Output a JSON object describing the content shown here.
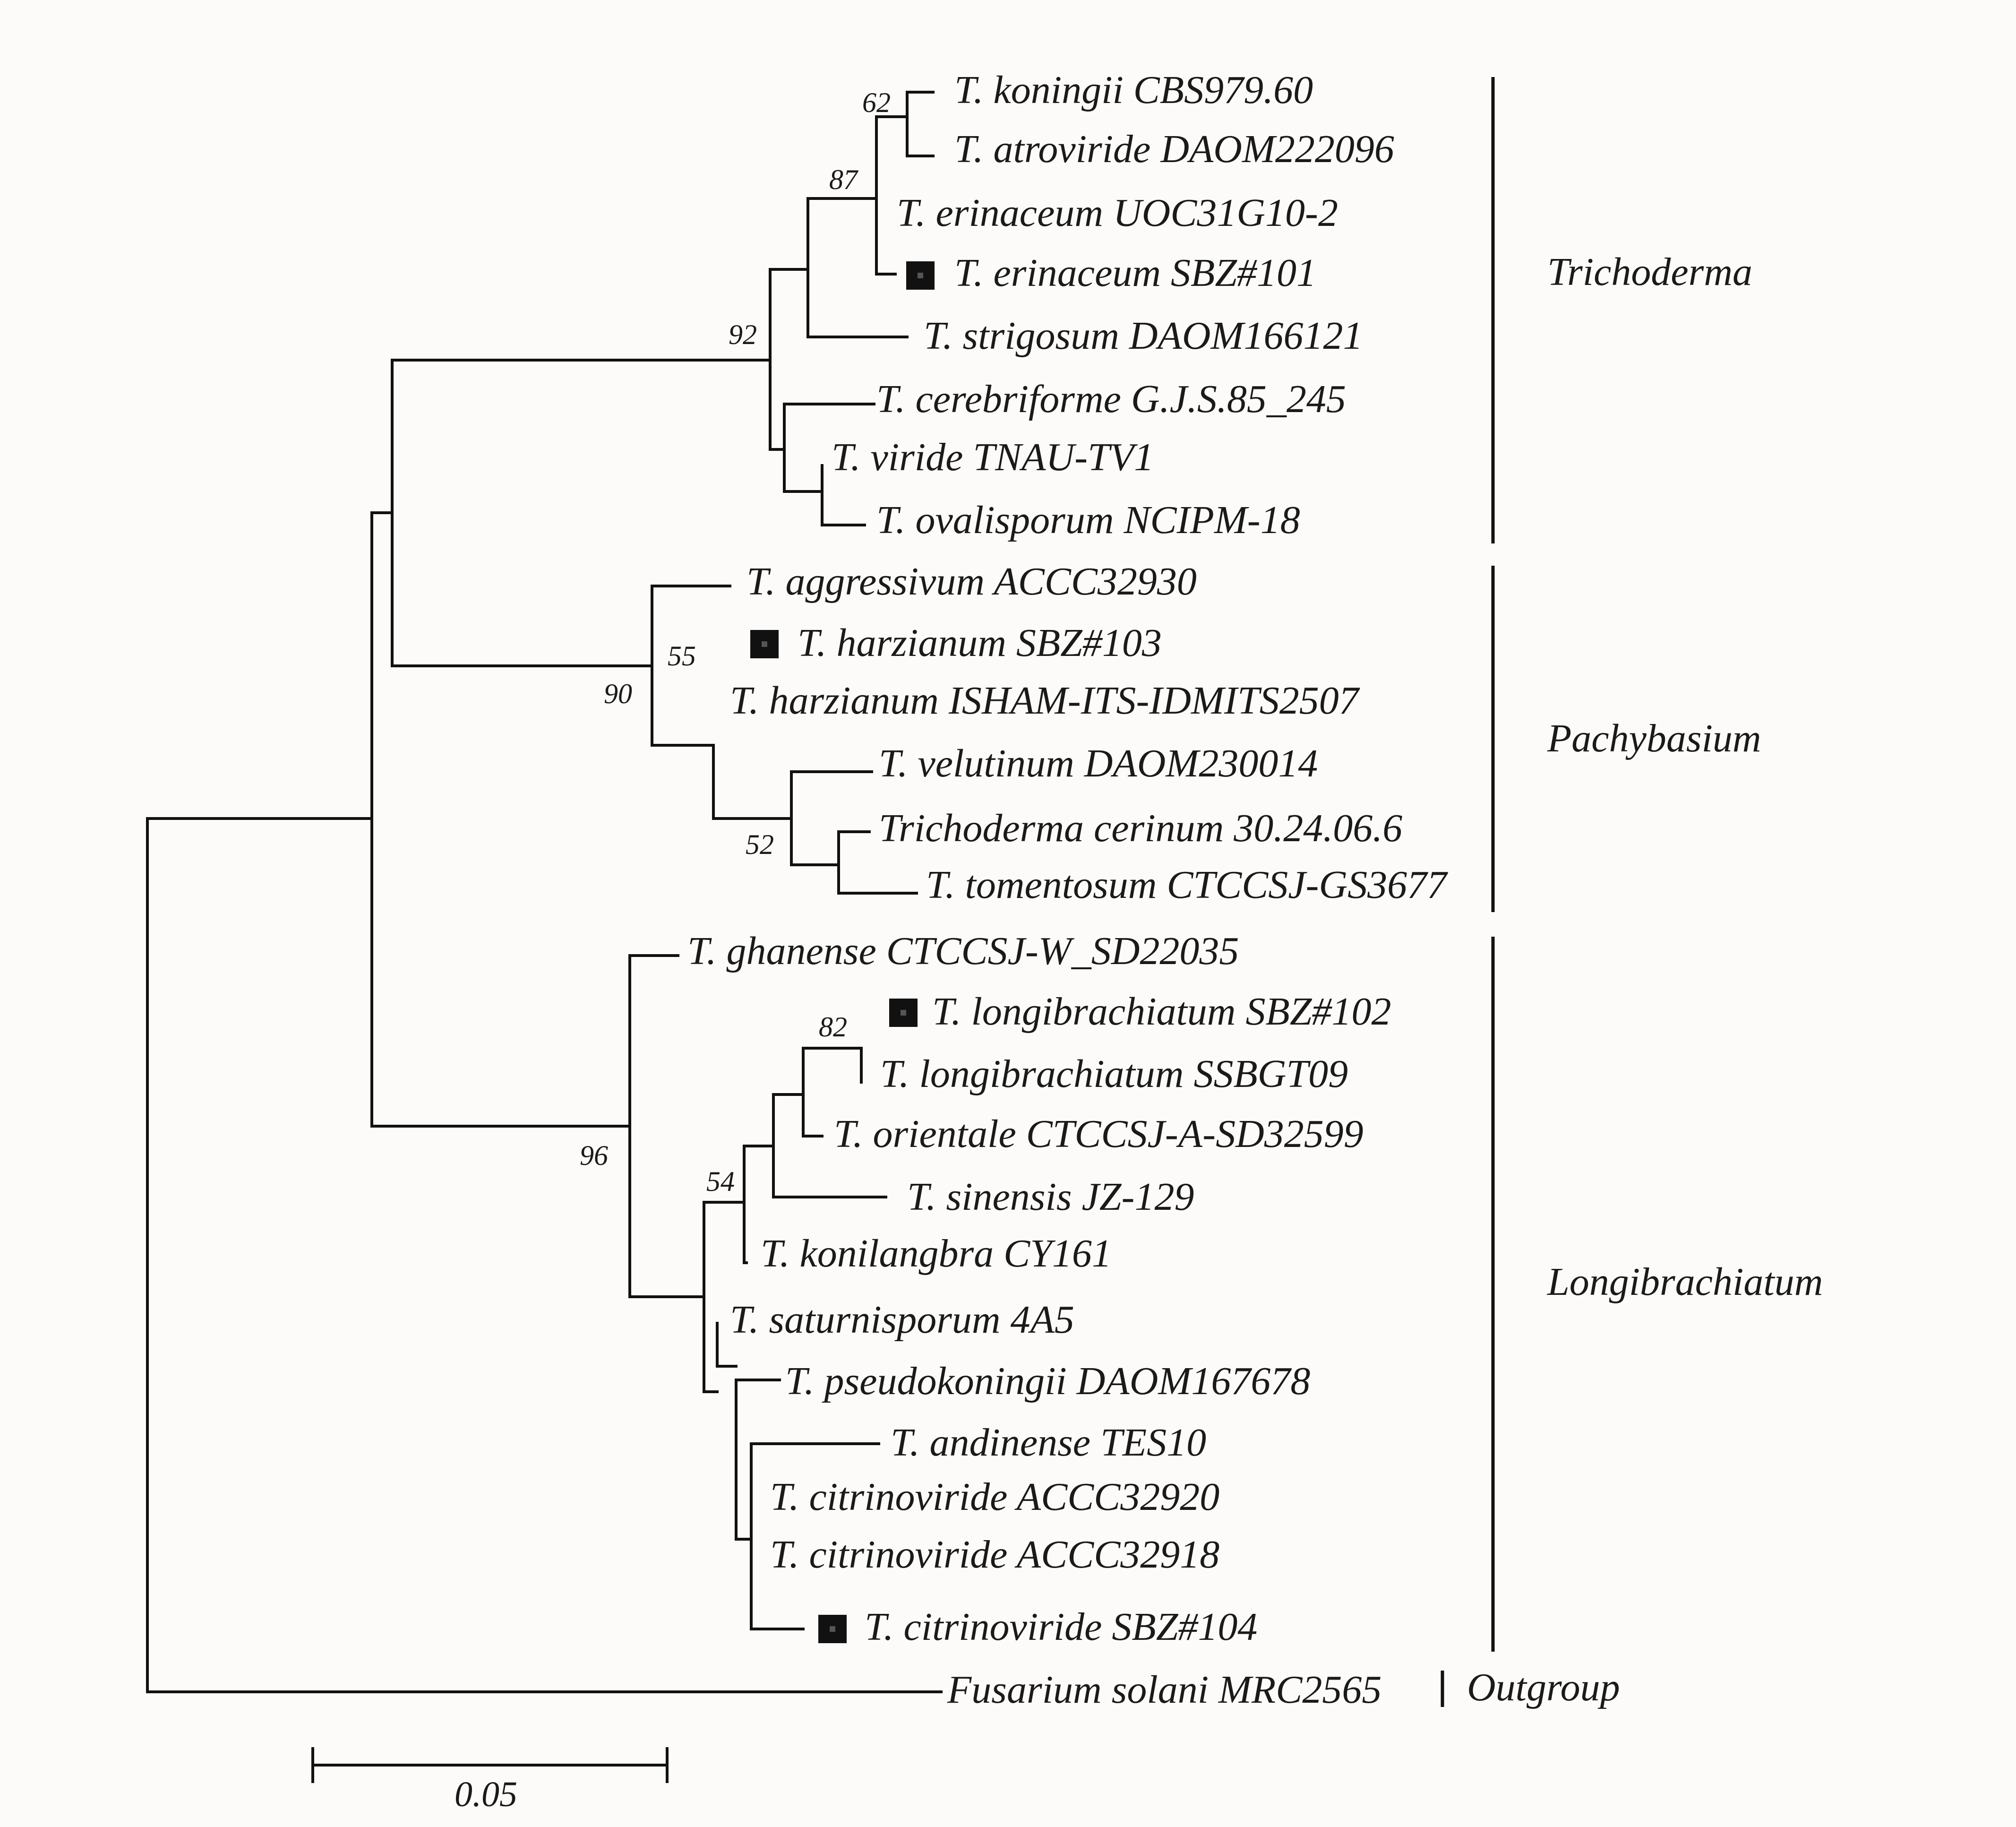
{
  "tree": {
    "taxa": [
      "T. koningii CBS979.60",
      "T. atroviride DAOM222096",
      "T. erinaceum UOC31G10-2",
      "T. erinaceum SBZ#101",
      "T. strigosum DAOM166121",
      "T. cerebriforme G.J.S.85_245",
      "T. viride TNAU-TV1",
      "T. ovalisporum NCIPM-18",
      "T. aggressivum ACCC32930",
      "T. harzianum SBZ#103",
      "T. harzianum ISHAM-ITS-IDMITS2507",
      "T. velutinum DAOM230014",
      "Trichoderma cerinum 30.24.06.6",
      "T. tomentosum CTCCSJ-GS3677",
      "T. ghanense CTCCSJ-W_SD22035",
      "T. longibrachiatum SBZ#102",
      "T. longibrachiatum SSBGT09",
      "T. orientale CTCCSJ-A-SD32599",
      "T. sinensis JZ-129",
      "T. konilangbra CY161",
      "T. saturnisporum 4A5",
      "T. pseudokoningii DAOM167678",
      "T. andinense TES10",
      "T. citrinoviride ACCC32920",
      "T. citrinoviride ACCC32918",
      "T. citrinoviride SBZ#104",
      "Fusarium solani MRC2565"
    ],
    "marked_taxa": [
      "T. erinaceum SBZ#101",
      "T. harzianum SBZ#103",
      "T. longibrachiatum SBZ#102",
      "T. citrinoviride SBZ#104"
    ],
    "bootstrap_values": [
      "62",
      "87",
      "92",
      "55",
      "90",
      "52",
      "82",
      "54",
      "96"
    ],
    "clades": [
      "Trichoderma",
      "Pachybasium",
      "Longibrachiatum",
      "Outgroup"
    ],
    "scale_bar_label": "0.05"
  }
}
